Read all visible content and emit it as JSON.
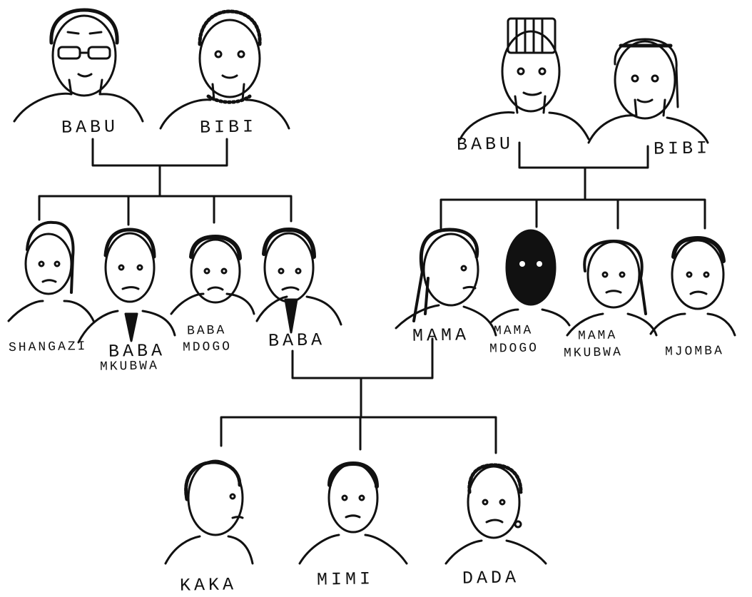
{
  "diagram": {
    "grandparents_paternal": {
      "grandfather": "BABU",
      "grandmother": "BIBI"
    },
    "grandparents_maternal": {
      "grandfather": "BABU",
      "grandmother": "BIBI"
    },
    "paternal_side": {
      "shangazi": "SHANGAZI",
      "baba_mkubwa_line1": "BABA",
      "baba_mkubwa_line2": "MKUBWA",
      "baba_mdogo_line1": "BABA",
      "baba_mdogo_line2": "MDOGO",
      "baba": "BABA"
    },
    "maternal_side": {
      "mama": "MAMA",
      "mama_mdogo_line1": "MAMA",
      "mama_mdogo_line2": "MDOGO",
      "mama_mkubwa_line1": "MAMA",
      "mama_mkubwa_line2": "MKUBWA",
      "mjomba": "MJOMBA"
    },
    "children": {
      "kaka": "KAKA",
      "mimi": "MIMI",
      "dada": "DADA"
    }
  }
}
